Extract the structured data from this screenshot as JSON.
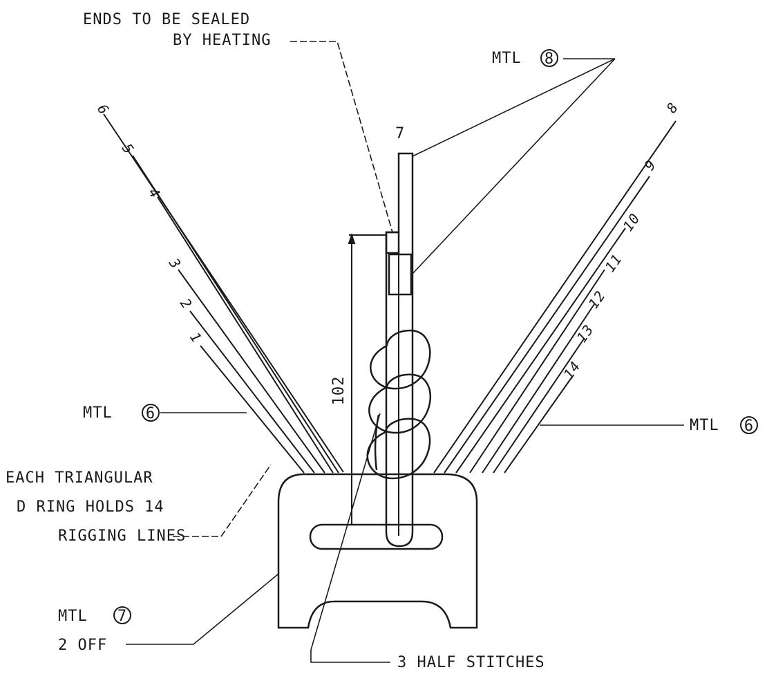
{
  "labels": {
    "ends_sealed_line1": "ENDS TO BE SEALED",
    "ends_sealed_line2": "BY HEATING",
    "mtl_8": "MTL",
    "mtl_8_num": "8",
    "mtl_6_left": "MTL",
    "mtl_6_left_num": "6",
    "mtl_6_right": "MTL",
    "mtl_6_right_num": "6",
    "d_ring_line1": "EACH TRIANGULAR",
    "d_ring_line2": "D RING HOLDS 14",
    "d_ring_line3": "RIGGING LINES",
    "mtl_7": "MTL",
    "mtl_7_num": "7",
    "mtl_7_qty": "2 OFF",
    "half_stitches": "3 HALF STITCHES",
    "dimension": "102",
    "center_line_num": "7"
  },
  "left_lines": [
    {
      "number": "6"
    },
    {
      "number": "5"
    },
    {
      "number": "4"
    },
    {
      "number": "3"
    },
    {
      "number": "2"
    },
    {
      "number": "1"
    }
  ],
  "right_lines": [
    {
      "number": "8"
    },
    {
      "number": "9"
    },
    {
      "number": "10"
    },
    {
      "number": "11"
    },
    {
      "number": "12"
    },
    {
      "number": "13"
    },
    {
      "number": "14"
    }
  ]
}
